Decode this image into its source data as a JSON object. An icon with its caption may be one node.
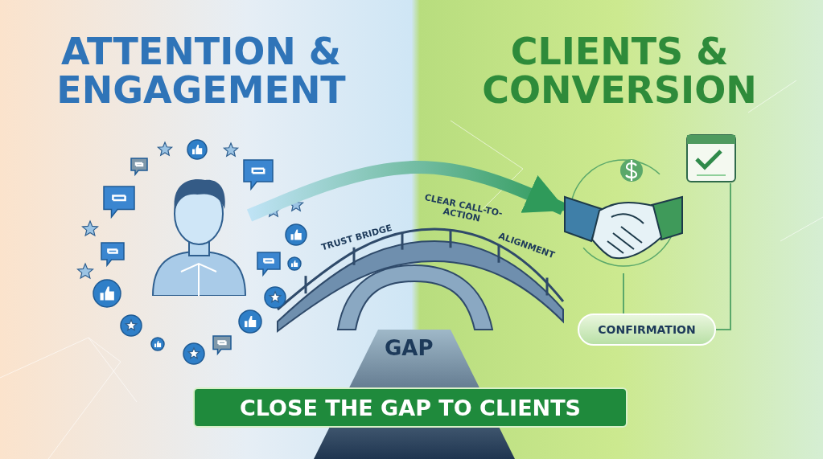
{
  "diagram": {
    "nodes": [
      {
        "text": [],
        "shape": "picture"
      },
      {
        "text": [],
        "shape": "picture"
      },
      {
        "text": [],
        "shape": "picture"
      },
      {
        "text": [
          "CONFIRMATION"
        ]
      },
      {
        "text": [
          "CLOSE THE GAP TO CLIENTS"
        ]
      }
    ],
    "edges": [
      {
        "from": 0,
        "to": 1,
        "arrow": "to",
        "style": "thick"
      },
      {
        "from": 1,
        "to": 3,
        "arrow": "none"
      },
      {
        "from": 2,
        "to": 3,
        "arrow": "none"
      }
    ],
    "labels": [
      "ATTENTION & ENGAGEMENT",
      "CLIENTS & CONVERSION",
      "TRUST BRIDGE",
      "CLEAR CALL-TO-ACTION",
      "ALIGNMENT",
      "GAP"
    ]
  }
}
